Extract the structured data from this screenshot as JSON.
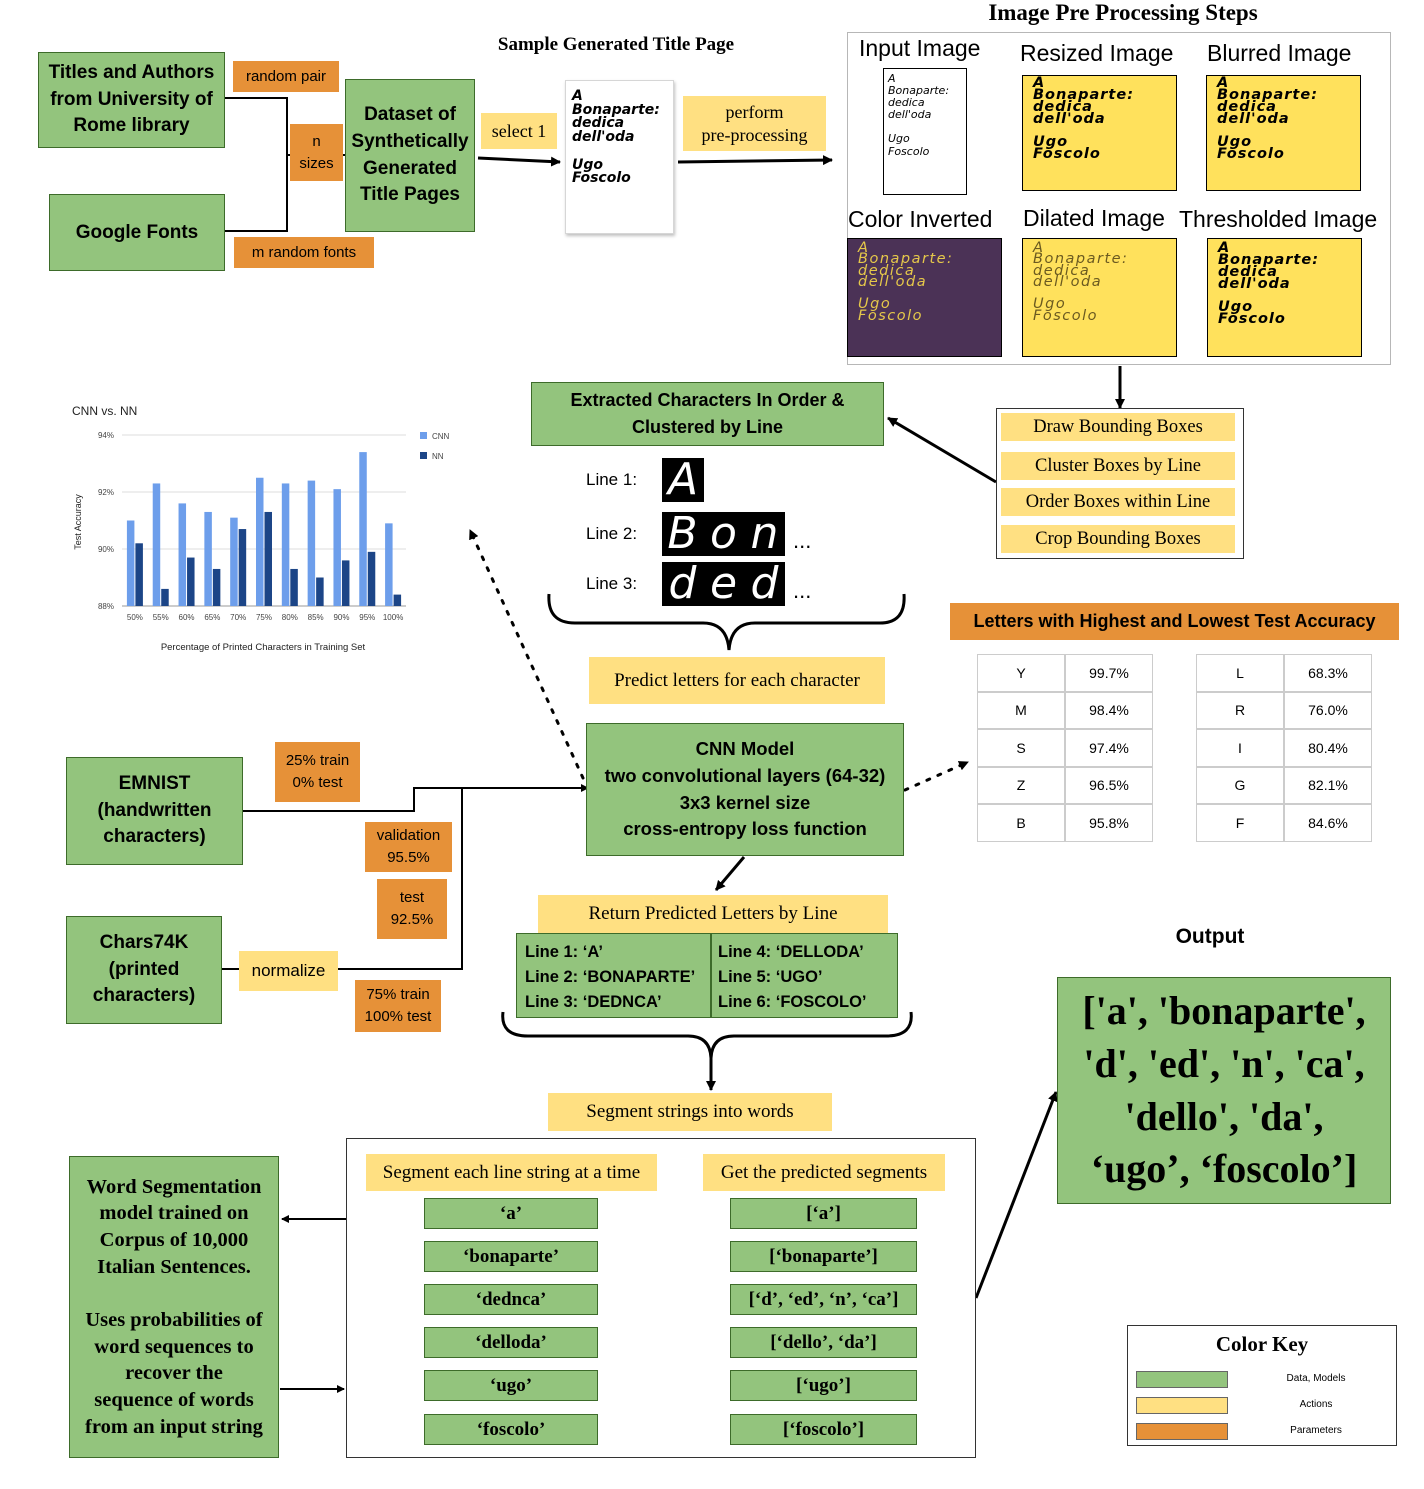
{
  "sources": {
    "titles_authors": "Titles and Authors\nfrom University of\nRome library",
    "google_fonts": "Google Fonts",
    "random_pair": "random pair",
    "n_sizes": "n\nsizes",
    "m_random_fonts": "m random fonts",
    "dataset": "Dataset of\nSynthetically\nGenerated\nTitle Pages",
    "select_1": "select 1",
    "perform_preprocessing": "perform\npre-processing"
  },
  "sample": {
    "heading": "Sample Generated Title Page",
    "text": "A\nBonaparte:\ndedica\ndell'oda\n\nUgo\nFoscolo"
  },
  "preprocessing": {
    "heading": "Image Pre Processing Steps",
    "input_label": "Input Image",
    "input_text": "A\nBonaparte:\ndedica\ndell'oda\n\nUgo\nFoscolo",
    "resized_label": "Resized Image",
    "blurred_label": "Blurred Image",
    "inverted_label": "Color Inverted",
    "dilated_label": "Dilated Image",
    "thresholded_label": "Thresholded Image",
    "card_text": "A\nBonaparte:\ndedica\ndell'oda\n\nUgo\nFoscolo"
  },
  "bbox_steps": [
    "Draw Bounding Boxes",
    "Cluster Boxes by Line",
    "Order Boxes within Line",
    "Crop Bounding Boxes"
  ],
  "extracted": {
    "heading": "Extracted Characters In Order &\nClustered by Line",
    "lines": [
      {
        "label": "Line 1:",
        "chars": [
          "A"
        ],
        "ellipsis": ""
      },
      {
        "label": "Line 2:",
        "chars": [
          "B",
          "o",
          "n"
        ],
        "ellipsis": "..."
      },
      {
        "label": "Line 3:",
        "chars": [
          "d",
          "e",
          "d"
        ],
        "ellipsis": "..."
      }
    ],
    "predict_label": "Predict letters for each character"
  },
  "chart_data": {
    "type": "bar",
    "title": "CNN vs. NN",
    "xlabel": "Percentage of Printed Characters in Training Set",
    "ylabel": "Test Accuracy",
    "categories": [
      "50%",
      "55%",
      "60%",
      "65%",
      "70%",
      "75%",
      "80%",
      "85%",
      "90%",
      "95%",
      "100%"
    ],
    "series": [
      {
        "name": "CNN",
        "color": "#6d9eeb",
        "values": [
          91.0,
          92.3,
          91.6,
          91.3,
          91.1,
          92.5,
          92.3,
          92.4,
          92.1,
          93.4,
          90.9
        ]
      },
      {
        "name": "NN",
        "color": "#1c4587",
        "values": [
          90.2,
          88.6,
          89.7,
          89.3,
          90.7,
          91.3,
          89.3,
          89.0,
          89.6,
          89.9,
          88.4
        ]
      }
    ],
    "ylim": [
      88,
      94
    ],
    "yticks": [
      "88%",
      "90%",
      "92%",
      "94%"
    ],
    "legend": "top-right",
    "grid": true
  },
  "cnn": {
    "title": "CNN Model\ntwo convolutional layers (64-32)\n3x3 kernel size\ncross-entropy loss function",
    "emnist": "EMNIST\n(handwritten\ncharacters)",
    "emnist_split": "25% train\n0% test",
    "chars74k": "Chars74K\n(printed\ncharacters)",
    "normalize": "normalize",
    "chars_split": "75% train\n100% test",
    "validation": "validation\n95.5%",
    "test": "test\n92.5%"
  },
  "accuracy": {
    "heading": "Letters with Highest and Lowest Test Accuracy",
    "highest": [
      [
        "Y",
        "99.7%"
      ],
      [
        "M",
        "98.4%"
      ],
      [
        "S",
        "97.4%"
      ],
      [
        "Z",
        "96.5%"
      ],
      [
        "B",
        "95.8%"
      ]
    ],
    "lowest": [
      [
        "L",
        "68.3%"
      ],
      [
        "R",
        "76.0%"
      ],
      [
        "I",
        "80.4%"
      ],
      [
        "G",
        "82.1%"
      ],
      [
        "F",
        "84.6%"
      ]
    ]
  },
  "predicted": {
    "heading": "Return Predicted Letters by Line",
    "left": "Line 1: ‘A’\nLine 2: ‘BONAPARTE’\nLine 3: ‘DEDNCA’",
    "right": "Line 4: ‘DELLODA’\nLine 5: ‘UGO’\nLine 6: ‘FOSCOLO’"
  },
  "segmentation": {
    "heading": "Segment strings into words",
    "left_heading": "Segment each line string at a time",
    "right_heading": "Get the predicted segments",
    "inputs": [
      "‘a’",
      "‘bonaparte’",
      "‘dednca’",
      "‘delloda’",
      "‘ugo’",
      "‘foscolo’"
    ],
    "outputs": [
      "[‘a’]",
      "[‘bonaparte’]",
      "[‘d’, ‘ed’, ‘n’, ‘ca’]",
      "[‘dello’, ‘da’]",
      "[‘ugo’]",
      "[‘foscolo’]"
    ],
    "model_text": "Word Segmentation\nmodel trained on\nCorpus of 10,000\nItalian Sentences.\n\nUses probabilities of\nword sequences to\nrecover the\nsequence of words\nfrom an input string"
  },
  "output": {
    "heading": "Output",
    "text": "['a', 'bonaparte',\n'd', 'ed', 'n', 'ca',\n'dello', 'da',\n‘ugo’, ‘foscolo’]"
  },
  "color_key": {
    "title": "Color Key",
    "items": [
      {
        "label": "Data, Models",
        "color": "#93c47d"
      },
      {
        "label": "Actions",
        "color": "#ffe082"
      },
      {
        "label": "Parameters",
        "color": "#e69138"
      }
    ]
  }
}
